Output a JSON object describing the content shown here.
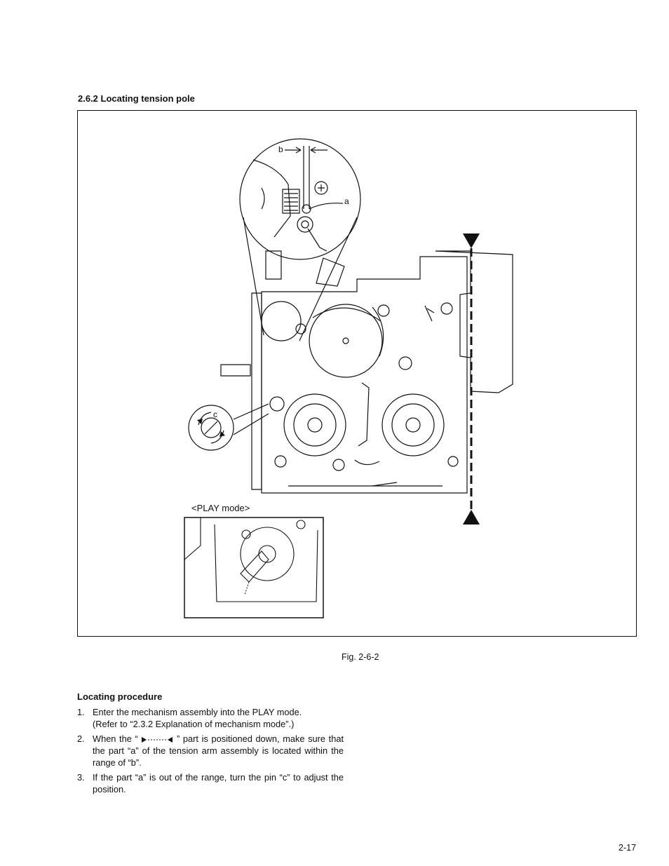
{
  "section": {
    "title": "2.6.2   Locating tension pole"
  },
  "figure": {
    "caption": "Fig. 2-6-2",
    "play_mode_label": "<PLAY mode>",
    "callout_a": "a",
    "callout_b": "b",
    "callout_c": "c"
  },
  "procedure": {
    "title": "Locating procedure",
    "steps": [
      {
        "number": "1.",
        "line1": "Enter the mechanism assembly into the PLAY mode.",
        "line2": "(Refer to “2.3.2 Explanation of mechanism mode”.)"
      },
      {
        "number": "2.",
        "before": "When the “",
        "after": "” part is positioned down, make sure that the part “a” of the tension arm assembly is located within the range of “b”."
      },
      {
        "number": "3.",
        "text": "If the part “a” is out of the range, turn the pin “c” to adjust the position."
      }
    ]
  },
  "page": {
    "number": "2-17"
  }
}
